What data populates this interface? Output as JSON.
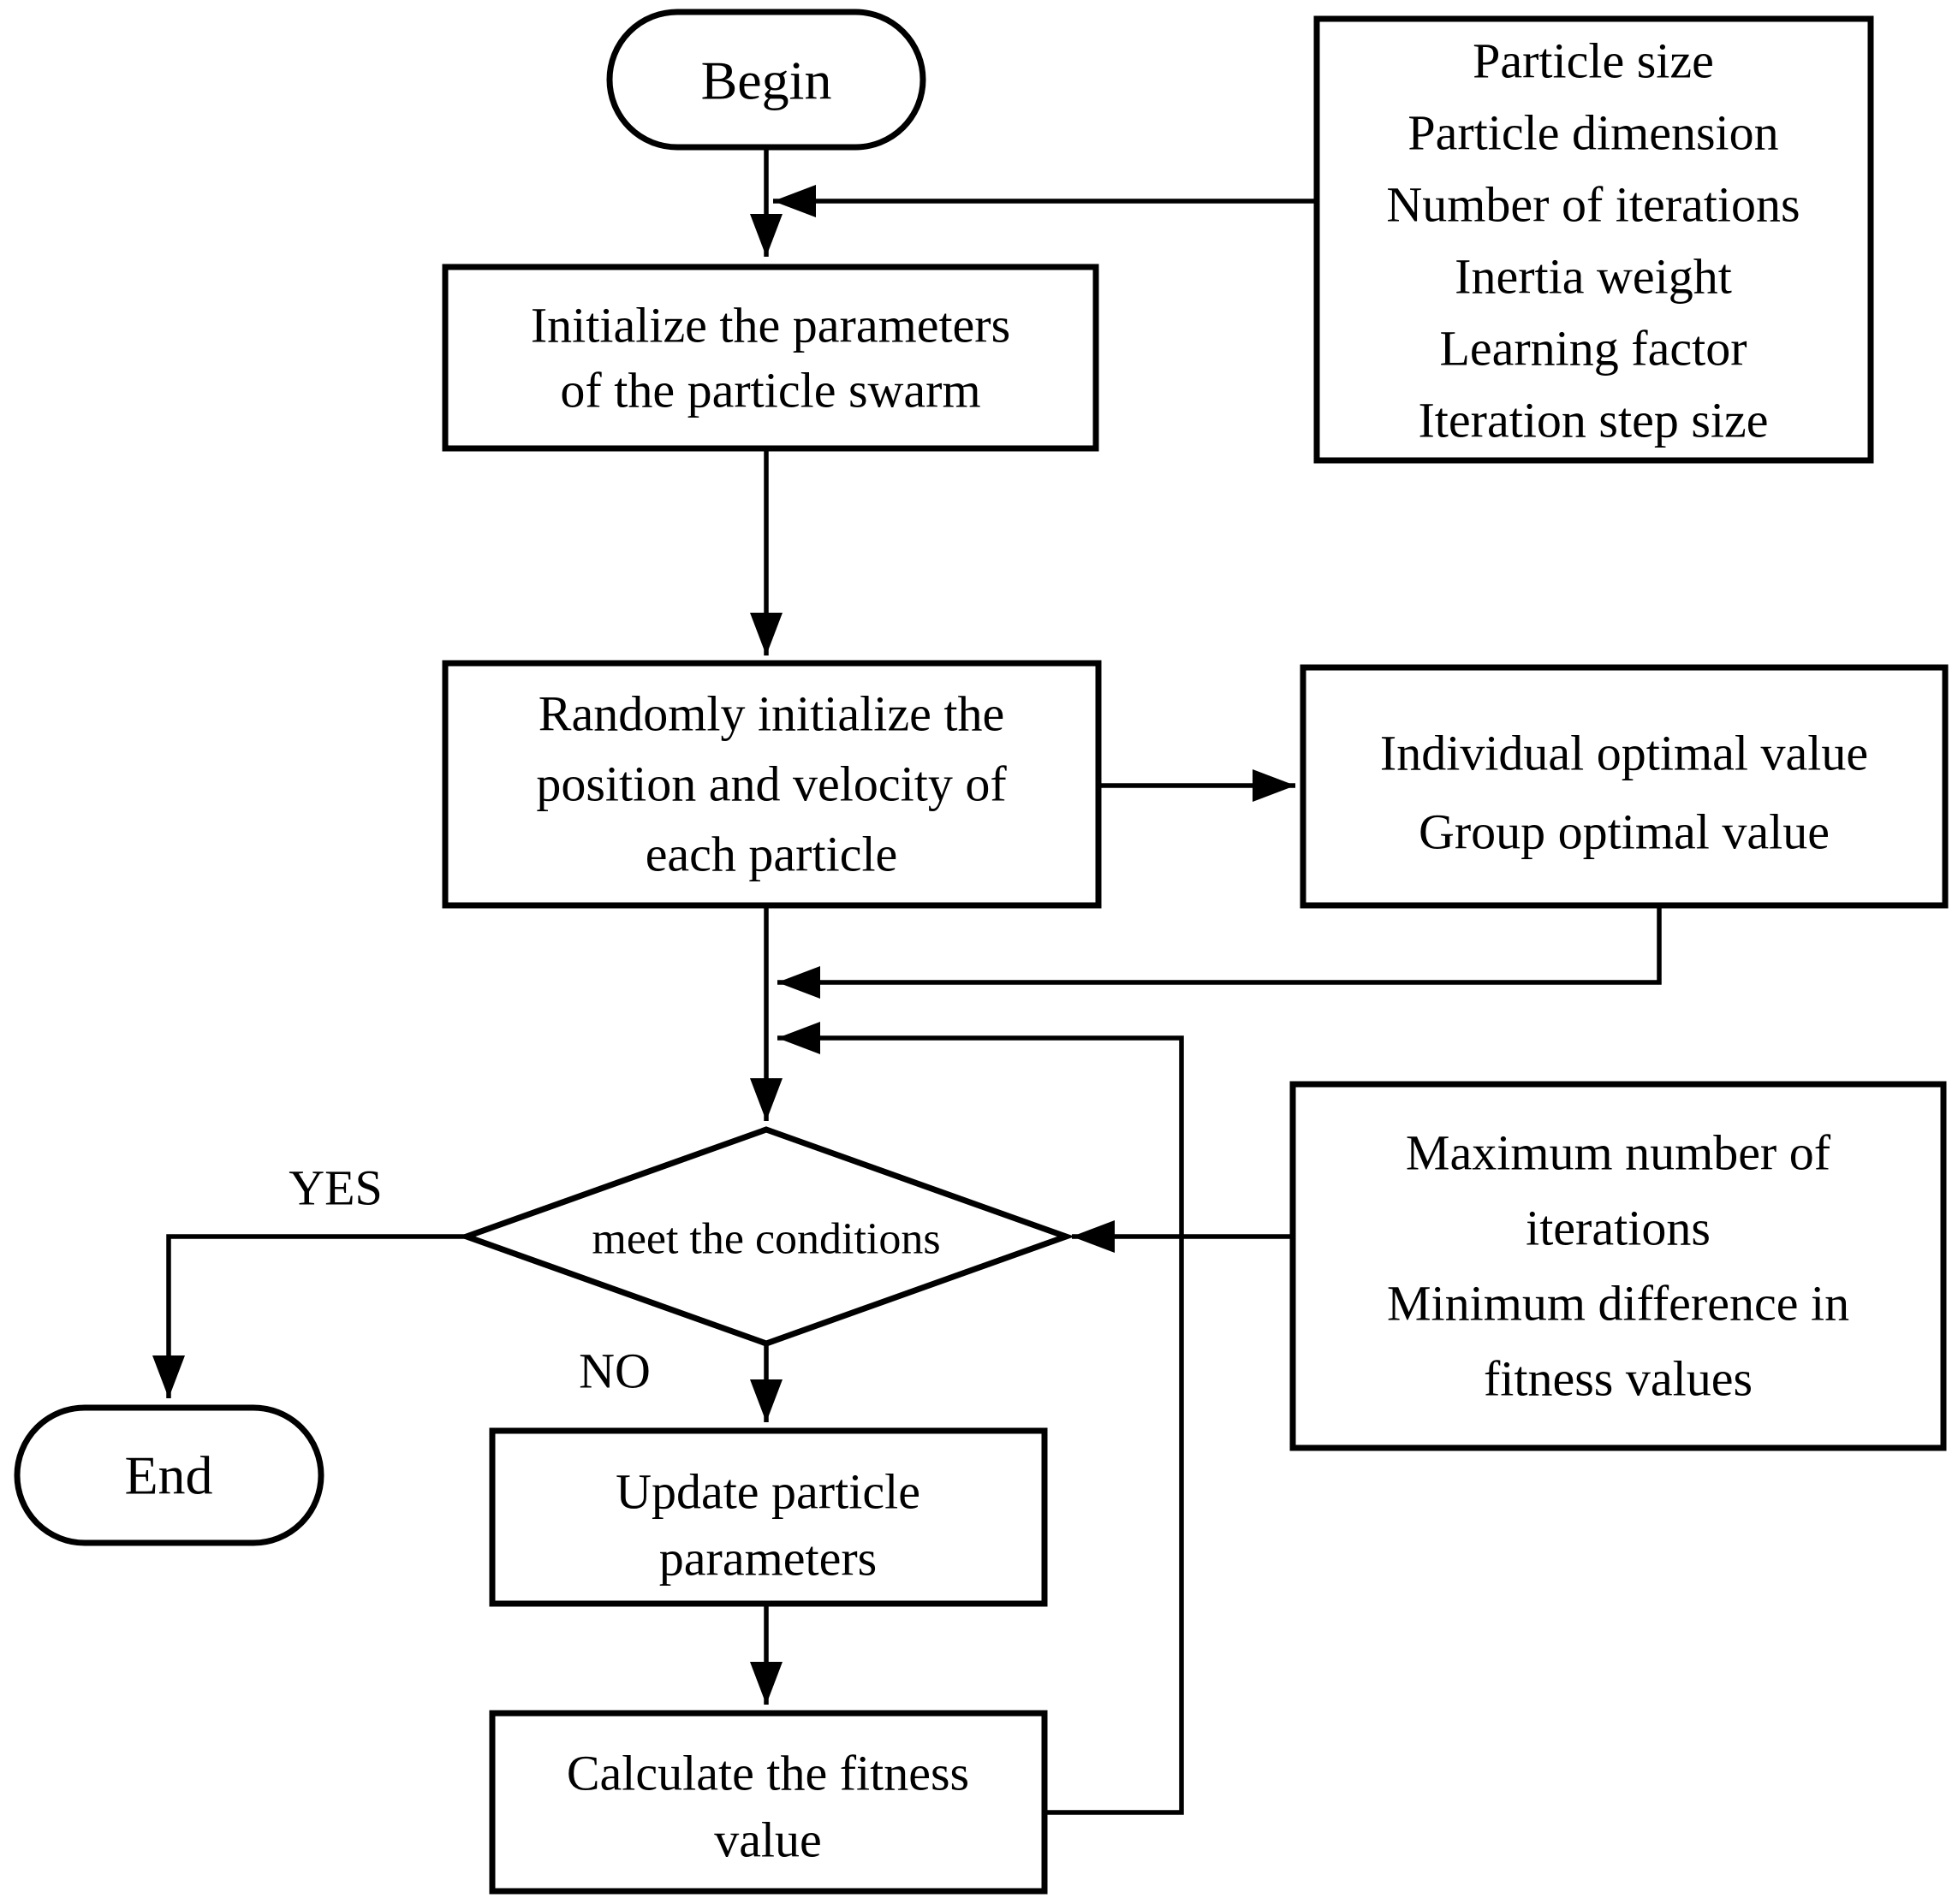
{
  "colors": {
    "stroke": "#000000",
    "background": "#ffffff",
    "text": "#000000"
  },
  "nodes": {
    "begin": {
      "type": "terminator",
      "label": "Begin"
    },
    "parameters": {
      "type": "data-box",
      "lines": [
        "Particle size",
        "Particle dimension",
        "Number of iterations",
        "Inertia weight",
        "Learning factor",
        "Iteration step size"
      ]
    },
    "initialize": {
      "type": "process",
      "lines": [
        "Initialize the parameters",
        "of the particle swarm"
      ]
    },
    "randomly": {
      "type": "process",
      "lines": [
        "Randomly initialize the",
        "position and velocity of",
        "each particle"
      ]
    },
    "optimal": {
      "type": "process",
      "lines": [
        "Individual optimal value",
        "Group optimal value"
      ]
    },
    "decision": {
      "type": "decision",
      "label": "meet the conditions"
    },
    "criteria": {
      "type": "data-box",
      "lines": [
        "Maximum number of",
        "iterations",
        "Minimum difference in",
        "fitness values"
      ]
    },
    "end": {
      "type": "terminator",
      "label": "End"
    },
    "update": {
      "type": "process",
      "lines": [
        "Update particle",
        "parameters"
      ]
    },
    "calculate": {
      "type": "process",
      "lines": [
        "Calculate the fitness",
        "value"
      ]
    }
  },
  "branches": {
    "yes": "YES",
    "no": "NO"
  }
}
